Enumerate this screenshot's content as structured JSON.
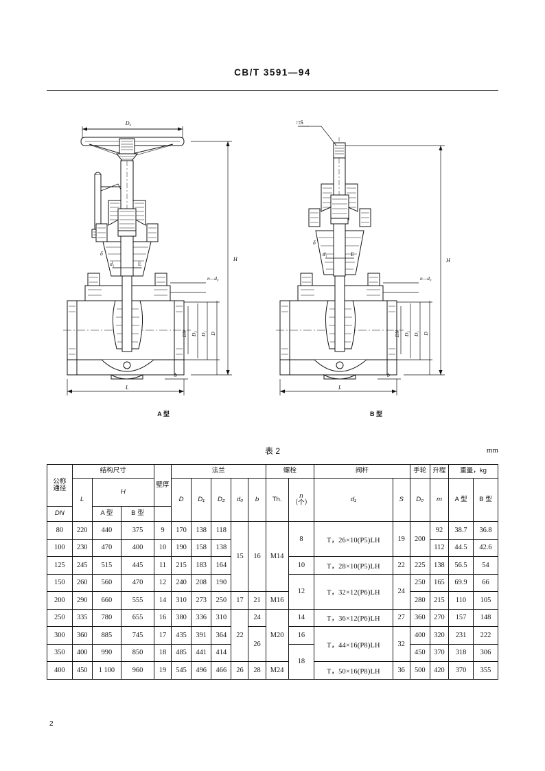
{
  "header": {
    "standard_code": "CB/T 3591—94"
  },
  "page_number": "2",
  "figures": {
    "a": {
      "caption": "A 型",
      "labels": {
        "wheel_dia": "D₀",
        "height": "H",
        "stem_dia": "d₁",
        "stem_marker": "E",
        "bolt_spec": "n—d₀",
        "wall": "δ",
        "bore": "DN",
        "flange_d2": "D₂",
        "flange_d1": "D₁",
        "flange_d": "D",
        "length": "L",
        "flange_thk": "b"
      }
    },
    "b": {
      "caption": "B 型",
      "labels": {
        "square_drive": "□S",
        "height": "H",
        "stem_dia": "d₁",
        "stem_marker": "E",
        "bolt_spec": "n—d₀",
        "wall": "δ",
        "bore": "DN",
        "flange_d2": "D₂",
        "flange_d1": "D₁",
        "flange_d": "D",
        "length": "L",
        "flange_thk": "b"
      }
    }
  },
  "table": {
    "title": "表 2",
    "unit": "mm",
    "groups": {
      "dn": "公称",
      "dn2": "通径",
      "dn3": "DN",
      "structure": "结构尺寸",
      "wall": "壁厚",
      "flange": "法兰",
      "bolt": "螺栓",
      "stem": "阀杆",
      "handwheel": "手轮",
      "lift": "升程",
      "weight": "重量，kg"
    },
    "subheaders": {
      "L": "L",
      "H": "H",
      "H_a": "A 型",
      "H_b": "B 型",
      "delta": "δ",
      "D": "D",
      "D1": "D₁",
      "D2": "D₂",
      "d0": "d₀",
      "b": "b",
      "th": "Th.",
      "n": "n",
      "n_unit": "（个）",
      "d1": "d₁",
      "S": "S",
      "D0": "D₀",
      "m": "m",
      "w_a": "A 型",
      "w_b": "B 型"
    },
    "rows": [
      {
        "dn": "80",
        "L": "220",
        "Ha": "440",
        "Hb": "375",
        "delta": "9",
        "D": "170",
        "D1": "138",
        "D2": "118",
        "m": "92",
        "wa": "38.7",
        "wb": "36.8"
      },
      {
        "dn": "100",
        "L": "230",
        "Ha": "470",
        "Hb": "400",
        "delta": "10",
        "D": "190",
        "D1": "158",
        "D2": "138",
        "m": "112",
        "wa": "44.5",
        "wb": "42.6"
      },
      {
        "dn": "125",
        "L": "245",
        "Ha": "515",
        "Hb": "445",
        "delta": "11",
        "D": "215",
        "D1": "183",
        "D2": "164",
        "m": "138",
        "wa": "56.5",
        "wb": "54"
      },
      {
        "dn": "150",
        "L": "260",
        "Ha": "560",
        "Hb": "470",
        "delta": "12",
        "D": "240",
        "D1": "208",
        "D2": "190",
        "m": "165",
        "wa": "69.9",
        "wb": "66"
      },
      {
        "dn": "200",
        "L": "290",
        "Ha": "660",
        "Hb": "555",
        "delta": "14",
        "D": "310",
        "D1": "273",
        "D2": "250",
        "m": "215",
        "wa": "110",
        "wb": "105"
      },
      {
        "dn": "250",
        "L": "335",
        "Ha": "780",
        "Hb": "655",
        "delta": "16",
        "D": "380",
        "D1": "336",
        "D2": "310",
        "m": "270",
        "wa": "157",
        "wb": "148"
      },
      {
        "dn": "300",
        "L": "360",
        "Ha": "885",
        "Hb": "745",
        "delta": "17",
        "D": "435",
        "D1": "391",
        "D2": "364",
        "m": "320",
        "wa": "231",
        "wb": "222"
      },
      {
        "dn": "350",
        "L": "400",
        "Ha": "990",
        "Hb": "850",
        "delta": "18",
        "D": "485",
        "D1": "441",
        "D2": "414",
        "m": "370",
        "wa": "318",
        "wb": "306"
      },
      {
        "dn": "400",
        "L": "450",
        "Ha": "1 100",
        "Hb": "960",
        "delta": "19",
        "D": "545",
        "D1": "496",
        "D2": "466",
        "m": "420",
        "wa": "370",
        "wb": "355"
      }
    ],
    "d0_spans": [
      {
        "value": "15",
        "rows": 4
      },
      {
        "value": "17",
        "rows": 1
      },
      {
        "value": "22",
        "rows": 3
      },
      {
        "value": "26",
        "rows": 1
      }
    ],
    "b_spans": [
      {
        "value": "16",
        "rows": 4
      },
      {
        "value": "21",
        "rows": 1
      },
      {
        "value": "24",
        "rows": 1
      },
      {
        "value": "26",
        "rows": 2
      },
      {
        "value": "28",
        "rows": 1
      }
    ],
    "th_spans": [
      {
        "value": "M14",
        "rows": 4
      },
      {
        "value": "M16",
        "rows": 1
      },
      {
        "value": "M20",
        "rows": 3
      },
      {
        "value": "M24",
        "rows": 1
      }
    ],
    "n_spans": [
      {
        "value": "8",
        "rows": 2
      },
      {
        "value": "10",
        "rows": 1
      },
      {
        "value": "12",
        "rows": 2
      },
      {
        "value": "14",
        "rows": 1
      },
      {
        "value": "16",
        "rows": 1
      },
      {
        "value": "18",
        "rows": 2
      }
    ],
    "d1_spans": [
      {
        "value": "T，26×10(P5)LH",
        "rows": 2
      },
      {
        "value": "T，28×10(P5)LH",
        "rows": 1
      },
      {
        "value": "T，32×12(P6)LH",
        "rows": 2
      },
      {
        "value": "T，36×12(P6)LH",
        "rows": 1
      },
      {
        "value": "T，44×16(P8)LH",
        "rows": 2
      },
      {
        "value": "T，50×16(P8)LH",
        "rows": 1
      }
    ],
    "S_spans": [
      {
        "value": "19",
        "rows": 2
      },
      {
        "value": "22",
        "rows": 1
      },
      {
        "value": "24",
        "rows": 2
      },
      {
        "value": "27",
        "rows": 1
      },
      {
        "value": "32",
        "rows": 2
      },
      {
        "value": "36",
        "rows": 1
      }
    ],
    "D0_spans": [
      {
        "value": "200",
        "rows": 2
      },
      {
        "value": "225",
        "rows": 1
      },
      {
        "value": "250",
        "rows": 1
      },
      {
        "value": "280",
        "rows": 1
      },
      {
        "value": "360",
        "rows": 1
      },
      {
        "value": "400",
        "rows": 1
      },
      {
        "value": "450",
        "rows": 1
      },
      {
        "value": "500",
        "rows": 1
      }
    ]
  }
}
